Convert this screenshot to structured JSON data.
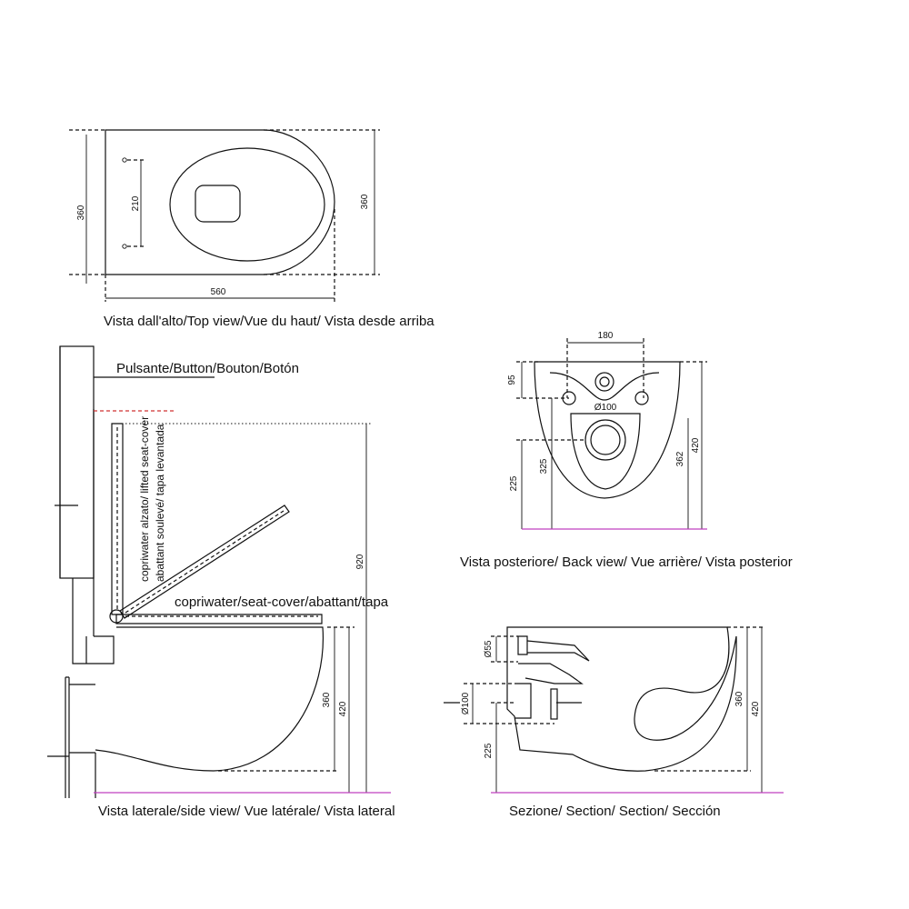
{
  "captions": {
    "top_view": "Vista dall'alto/Top view/Vue du haut/ Vista desde arriba",
    "side_view": "Vista laterale/side view/ Vue latérale/ Vista lateral",
    "back_view": "Vista posteriore/ Back view/ Vue arrière/ Vista posterior",
    "section": "Sezione/ Section/ Section/ Sección"
  },
  "labels": {
    "button": "Pulsante/Button/Bouton/Botón",
    "seat_cover": "copriwater/seat-cover/abattant/tapa",
    "lifted_line1": "copriwater alzato/ lifted seat-cover",
    "lifted_line2": "abattant soulevé/ tapa levantada"
  },
  "dimensions": {
    "top_left_height": "360",
    "top_right_height": "360",
    "top_holes": "210",
    "top_length": "560",
    "back_spacing": "180",
    "back_top": "95",
    "back_pipe": "Ø100",
    "back_225": "225",
    "back_325": "325",
    "back_362": "362",
    "back_420": "420",
    "side_920": "920",
    "side_360": "360",
    "side_420": "420",
    "sec_55": "Ø55",
    "sec_100": "Ø100",
    "sec_225": "225",
    "sec_360": "360",
    "sec_420": "420"
  },
  "colors": {
    "line": "#111111",
    "floor": "#c040c0",
    "wall_marker": "#d03030"
  }
}
